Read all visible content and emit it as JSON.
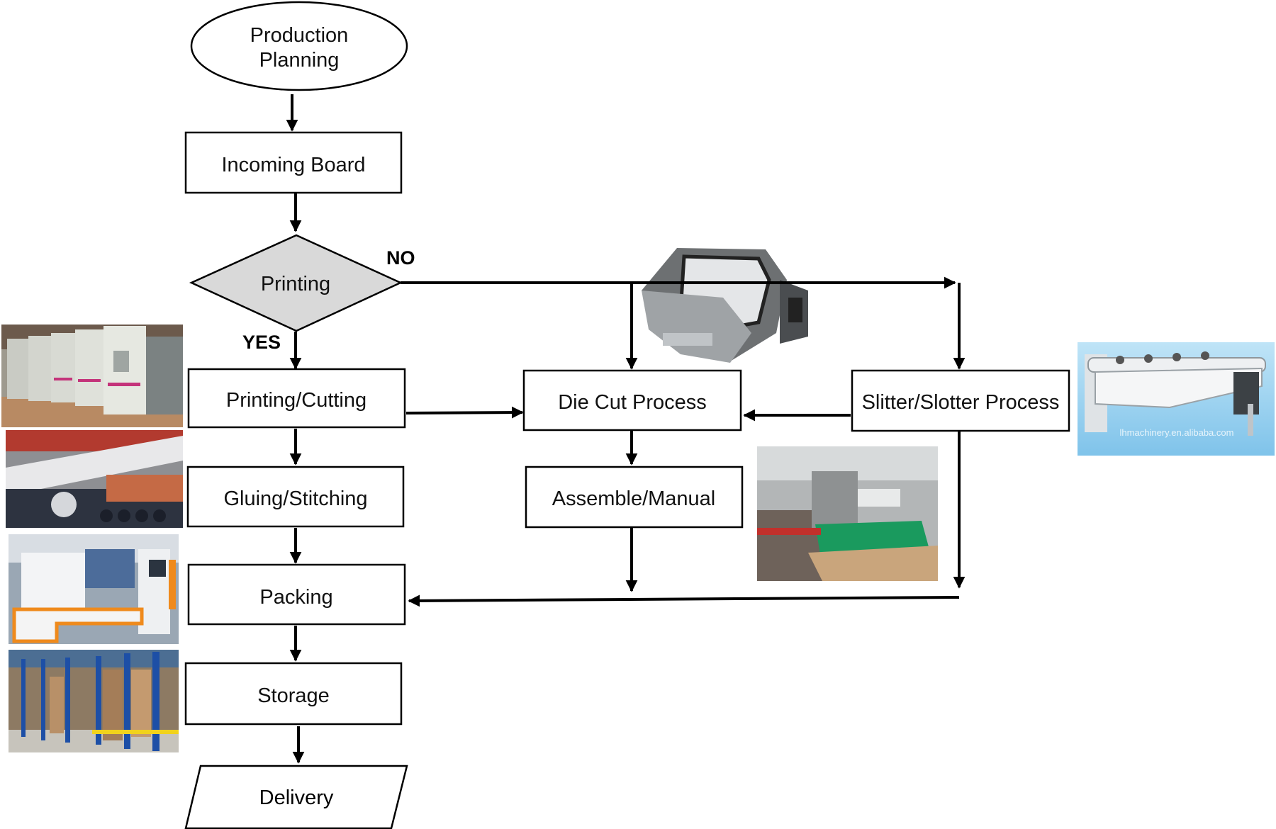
{
  "nodes": {
    "production_planning": {
      "line1": "Production",
      "line2": "Planning"
    },
    "incoming_board": "Incoming Board",
    "printing": "Printing",
    "printing_cutting": "Printing/Cutting",
    "gluing_stitching": "Gluing/Stitching",
    "packing": "Packing",
    "storage": "Storage",
    "delivery": "Delivery",
    "die_cut": "Die Cut Process",
    "assemble_manual": "Assemble/Manual",
    "slitter_slotter": "Slitter/Slotter Process"
  },
  "edge_labels": {
    "no": "NO",
    "yes": "YES"
  },
  "photos": {
    "watermark": "lhmachinery.en.alibaba.com"
  },
  "colors": {
    "decision_fill": "#d9d9d9",
    "line": "#000000"
  }
}
